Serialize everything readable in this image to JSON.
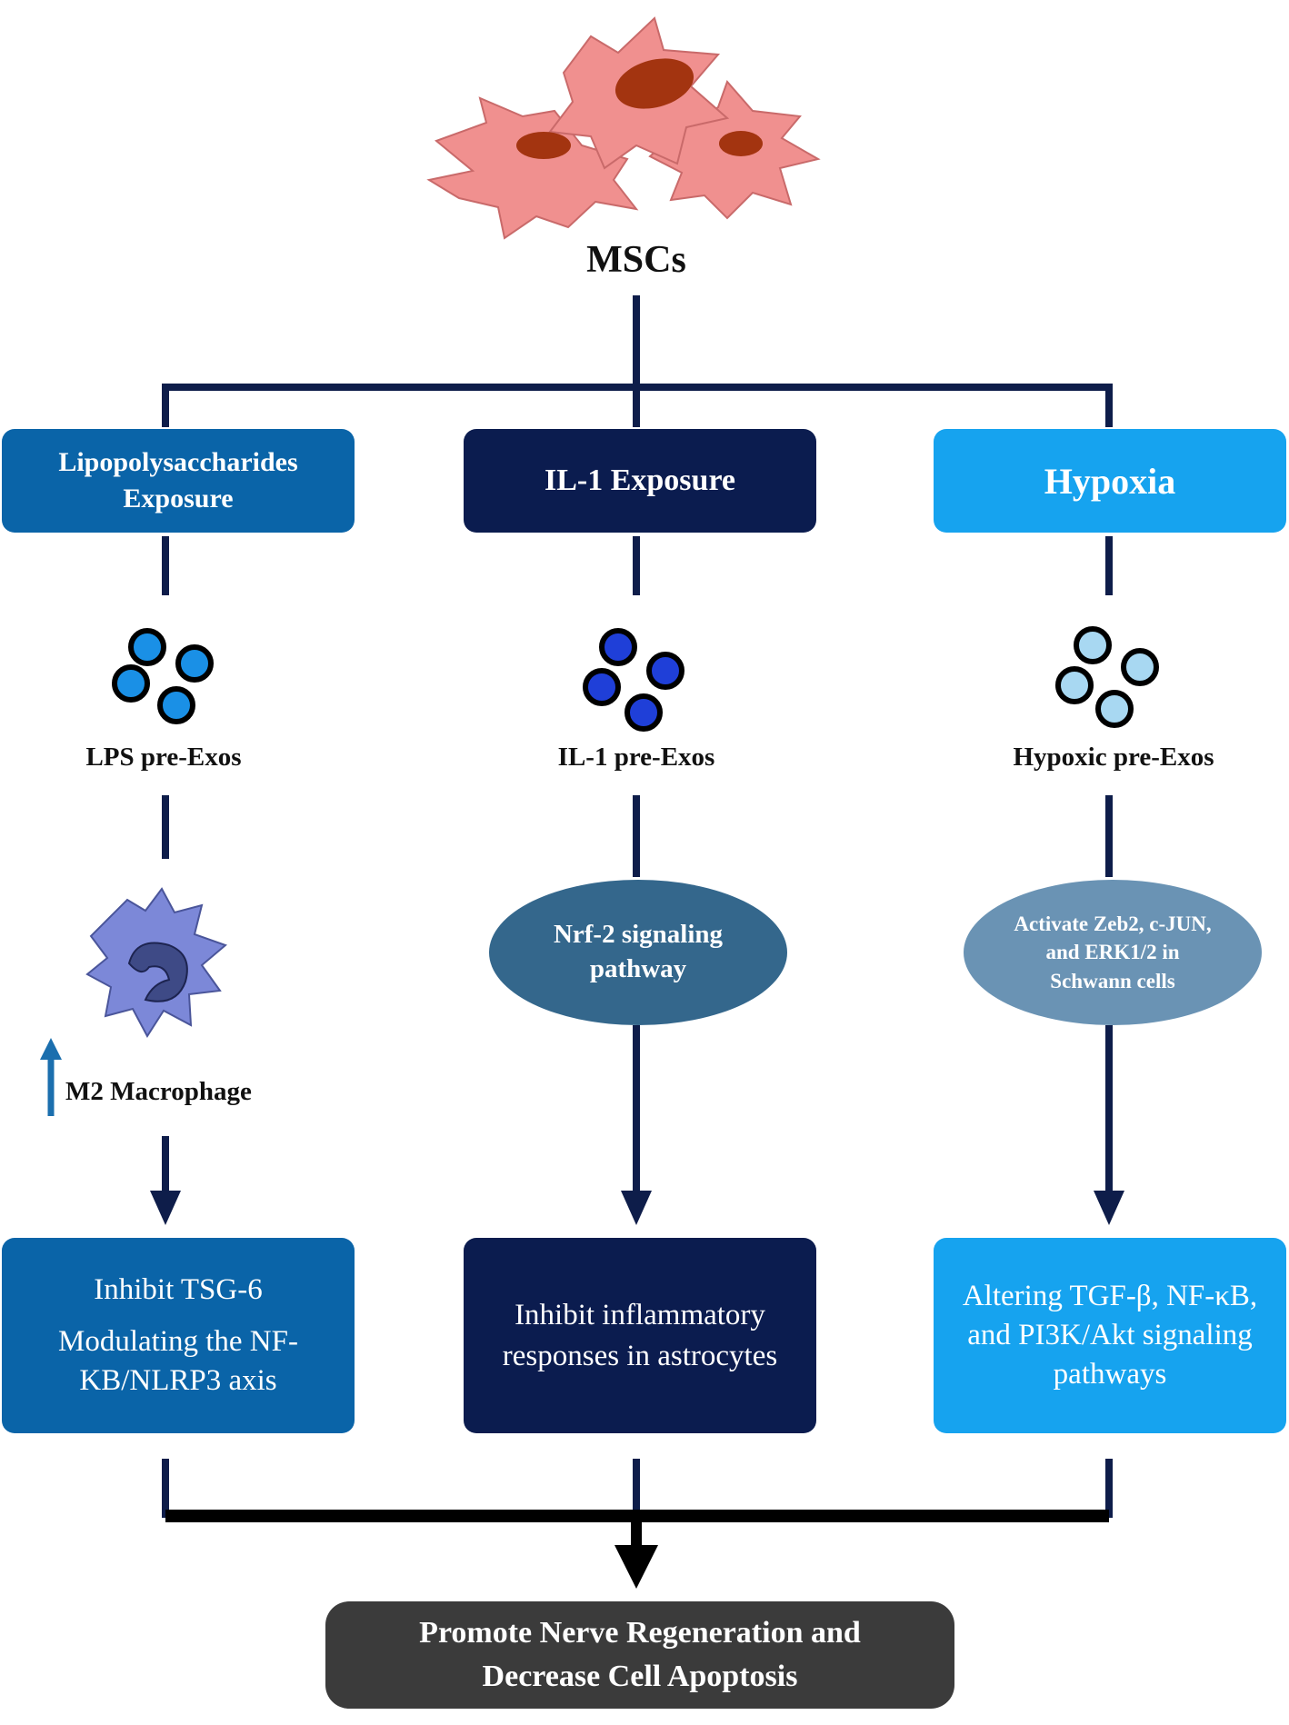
{
  "source": {
    "label": "MSCs"
  },
  "colors": {
    "line": "#0e1d4a",
    "lps": "#0a64a8",
    "il1": "#0b1c4f",
    "hypoxia": "#16a3ef",
    "oval_nrf2": "#34678c",
    "oval_hypoxia": "#6a93b4",
    "final": "#3b3b3b",
    "cell": "#f0908f",
    "nucleus": "#a33410",
    "exo_lps": "#1a90e6",
    "exo_il1": "#1f3fd8",
    "exo_hypoxia": "#a8d8f2",
    "up_arrow": "#1b6fae"
  },
  "branches": [
    {
      "stimulus": "Lipopolysaccharides Exposure",
      "exosome": "LPS pre-Exos",
      "intermediate": "M2 Macrophage",
      "outcome_lines": [
        "Inhibit TSG-6",
        "Modulating the NF-KB/NLRP3 axis"
      ]
    },
    {
      "stimulus": "IL-1 Exposure",
      "exosome": "IL-1 pre-Exos",
      "intermediate": "Nrf-2 signaling pathway",
      "outcome_lines": [
        "Inhibit inflammatory responses in astrocytes"
      ]
    },
    {
      "stimulus": "Hypoxia",
      "exosome": "Hypoxic pre-Exos",
      "intermediate": "Activate Zeb2, c-JUN, and ERK1/2 in Schwann cells",
      "outcome_lines": [
        "Altering TGF-β, NF-κB, and PI3K/Akt signaling pathways"
      ]
    }
  ],
  "final": {
    "label": "Promote Nerve Regeneration and Decrease Cell Apoptosis"
  }
}
